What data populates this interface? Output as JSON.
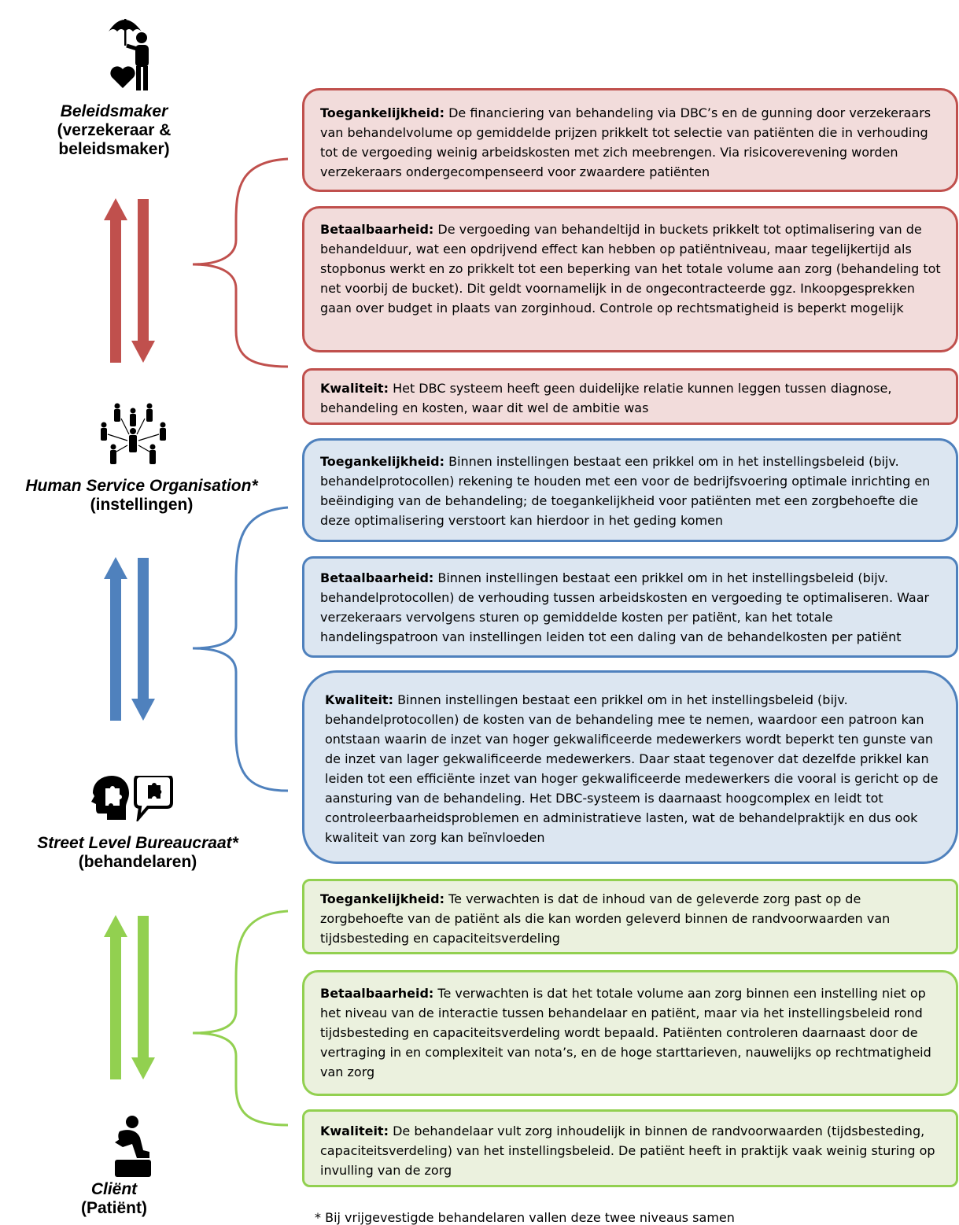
{
  "actors": {
    "policy": {
      "title": "Beleidsmaker",
      "subtitle": "(verzekeraar & beleidsmaker)",
      "icon": "umbrella-person-heart-icon"
    },
    "organisation": {
      "title": "Human Service Organisation*",
      "subtitle": "(instellingen)",
      "icon": "people-network-icon"
    },
    "practitioner": {
      "title": "Street Level Bureaucraat*",
      "subtitle": "(behandelaren)",
      "icon": "head-puzzle-speech-icon"
    },
    "client": {
      "title": "Cliënt",
      "subtitle": "(Patiënt)",
      "icon": "sitting-person-icon"
    }
  },
  "groups": {
    "policy": {
      "color": "#c0504d",
      "boxes": [
        {
          "label": "Toegankelijkheid:",
          "text": " De financiering van behandeling via DBC’s en de gunning door verzekeraars van behandelvolume op gemiddelde prijzen prikkelt tot selectie van patiënten die in verhouding tot de vergoeding weinig arbeidskosten met zich meebrengen. Via risicoverevening worden verzekeraars ondergecompenseerd voor zwaardere patiënten"
        },
        {
          "label": "Betaalbaarheid:",
          "text": " De vergoeding van behandeltijd in buckets prikkelt tot optimalisering van de behandelduur, wat een opdrijvend effect kan hebben op patiëntniveau, maar tegelijkertijd als stopbonus werkt en zo prikkelt tot een beperking van het totale volume aan zorg (behandeling tot net voorbij de bucket). Dit geldt voornamelijk in de ongecontracteerde ggz. Inkoopgesprekken gaan over budget in plaats van zorginhoud. Controle op rechtsmatigheid is beperkt mogelijk"
        },
        {
          "label": "Kwaliteit:",
          "text": " Het DBC systeem heeft geen duidelijke relatie kunnen leggen tussen diagnose, behandeling en kosten, waar dit wel de ambitie was"
        }
      ]
    },
    "organisation": {
      "color": "#4f81bd",
      "boxes": [
        {
          "label": "Toegankelijkheid:",
          "text": " Binnen instellingen bestaat een prikkel om in het instellingsbeleid (bijv. behandelprotocollen) rekening te houden met een voor de bedrijfsvoering optimale inrichting en beëindiging van de behandeling; de toegankelijkheid voor patiënten met een zorgbehoefte die deze optimalisering verstoort kan hierdoor in het geding komen"
        },
        {
          "label": "Betaalbaarheid:",
          "text": " Binnen instellingen bestaat een prikkel om in het instellingsbeleid (bijv. behandelprotocollen) de verhouding tussen arbeidskosten en vergoeding te optimaliseren. Waar verzekeraars vervolgens sturen op gemiddelde kosten per patiënt, kan het totale handelingspatroon van instellingen leiden tot een daling van de behandelkosten per patiënt"
        },
        {
          "label": "Kwaliteit:",
          "text": " Binnen instellingen bestaat een prikkel om in het instellingsbeleid (bijv. behandelprotocollen) de kosten van de behandeling mee te nemen, waardoor een patroon kan ontstaan waarin de inzet van hoger gekwalificeerde medewerkers wordt beperkt ten gunste van de inzet van lager gekwalificeerde medewerkers. Daar staat tegenover dat dezelfde prikkel kan leiden tot een efficiënte inzet van hoger gekwalificeerde medewerkers die vooral is gericht op de aansturing van de behandeling. Het DBC-systeem is daarnaast hoogcomplex en leidt tot controleerbaarheidsproblemen en administratieve lasten, wat de behandelpraktijk en dus ook kwaliteit van zorg kan beïnvloeden"
        }
      ]
    },
    "practitioner": {
      "color": "#92d050",
      "boxes": [
        {
          "label": "Toegankelijkheid:",
          "text": " Te verwachten is dat de inhoud van de geleverde zorg past op de zorgbehoefte van de patiënt als die kan worden geleverd binnen de randvoorwaarden van tijdsbesteding en capaciteitsverdeling"
        },
        {
          "label": "Betaalbaarheid:",
          "text": " Te verwachten is dat het totale volume aan zorg binnen een instelling niet op het niveau van de interactie tussen behandelaar en patiënt, maar via het instellingsbeleid rond tijdsbesteding en capaciteitsverdeling wordt bepaald. Patiënten controleren daarnaast door de vertraging in en complexiteit van nota’s, en de hoge starttarieven, nauwelijks op rechtmatigheid van zorg"
        },
        {
          "label": "Kwaliteit:",
          "text": " De behandelaar vult zorg inhoudelijk in binnen de randvoorwaarden (tijdsbesteding, capaciteitsverdeling) van het instellingsbeleid. De patiënt heeft in praktijk vaak weinig sturing op invulling van de zorg"
        }
      ]
    }
  },
  "footnote": "* Bij vrijgevestigde behandelaren vallen deze twee niveaus samen"
}
